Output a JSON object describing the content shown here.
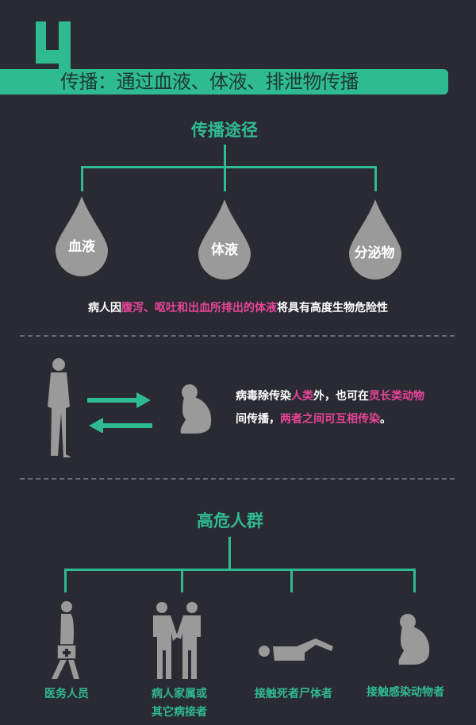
{
  "section_number": "4",
  "banner": {
    "title": "传播：通过血液、体液、排泄物传播"
  },
  "routes": {
    "title": "传播途径",
    "items": [
      {
        "label": "血液"
      },
      {
        "label": "体液"
      },
      {
        "label": "分泌物"
      }
    ],
    "note": {
      "part1": "病人因",
      "highlight": "腹泻、呕吐和出血所排出的体液",
      "part2": "将具有高度生物危险性"
    }
  },
  "cross_species": {
    "line1": {
      "a": "病毒除传染",
      "b": "人类",
      "c": "外，也可在",
      "d": "灵长类动物"
    },
    "line2": {
      "a": "间传播，",
      "b": "两者之间可互相传染",
      "c": "。"
    }
  },
  "high_risk": {
    "title": "高危人群",
    "groups": [
      {
        "label": "医务人员",
        "icon": "medic-icon"
      },
      {
        "label": "病人家属或",
        "label2": "其它病接者",
        "icon": "family-icon"
      },
      {
        "label": "接触死者尸体者",
        "icon": "corpse-icon"
      },
      {
        "label": "接触感染动物者",
        "icon": "monkey-icon"
      }
    ]
  },
  "colors": {
    "accent": "#2fbb90",
    "highlight": "#e8459a",
    "background": "#2a2a32",
    "silhouette": "#9a9a9a"
  }
}
